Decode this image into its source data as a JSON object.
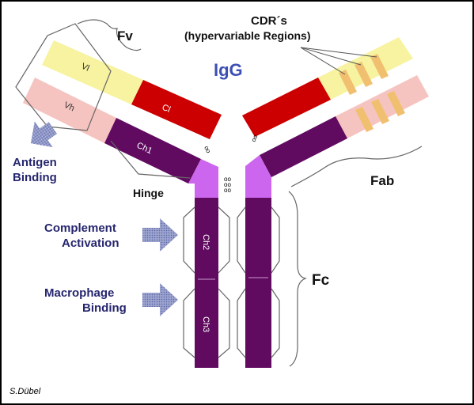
{
  "title": "IgG",
  "labels": {
    "fv": "Fv",
    "cdr_line1": "CDR´s",
    "cdr_line2": "(hypervariable Regions)",
    "fab": "Fab",
    "fc": "Fc",
    "hinge": "Hinge",
    "antigen_line1": "Antigen",
    "antigen_line2": "Binding",
    "complement_line1": "Complement",
    "complement_line2": "Activation",
    "macrophage_line1": "Macrophage",
    "macrophage_line2": "Binding",
    "credit": "S.Dübel"
  },
  "domains": {
    "vl": "Vl",
    "vh": "Vh",
    "cl": "Cl",
    "ch1": "Ch1",
    "ch2": "Ch2",
    "ch3": "Ch3"
  },
  "colors": {
    "vl": "#f7f3a0",
    "vh": "#f6c4c0",
    "cl": "#cc0000",
    "heavy_chain": "#600a60",
    "hinge": "#cc66ee",
    "cdr": "#f0c070",
    "text_navy": "#26266e",
    "title_blue": "#3d4fb5",
    "arrow": "#8e96c6"
  }
}
